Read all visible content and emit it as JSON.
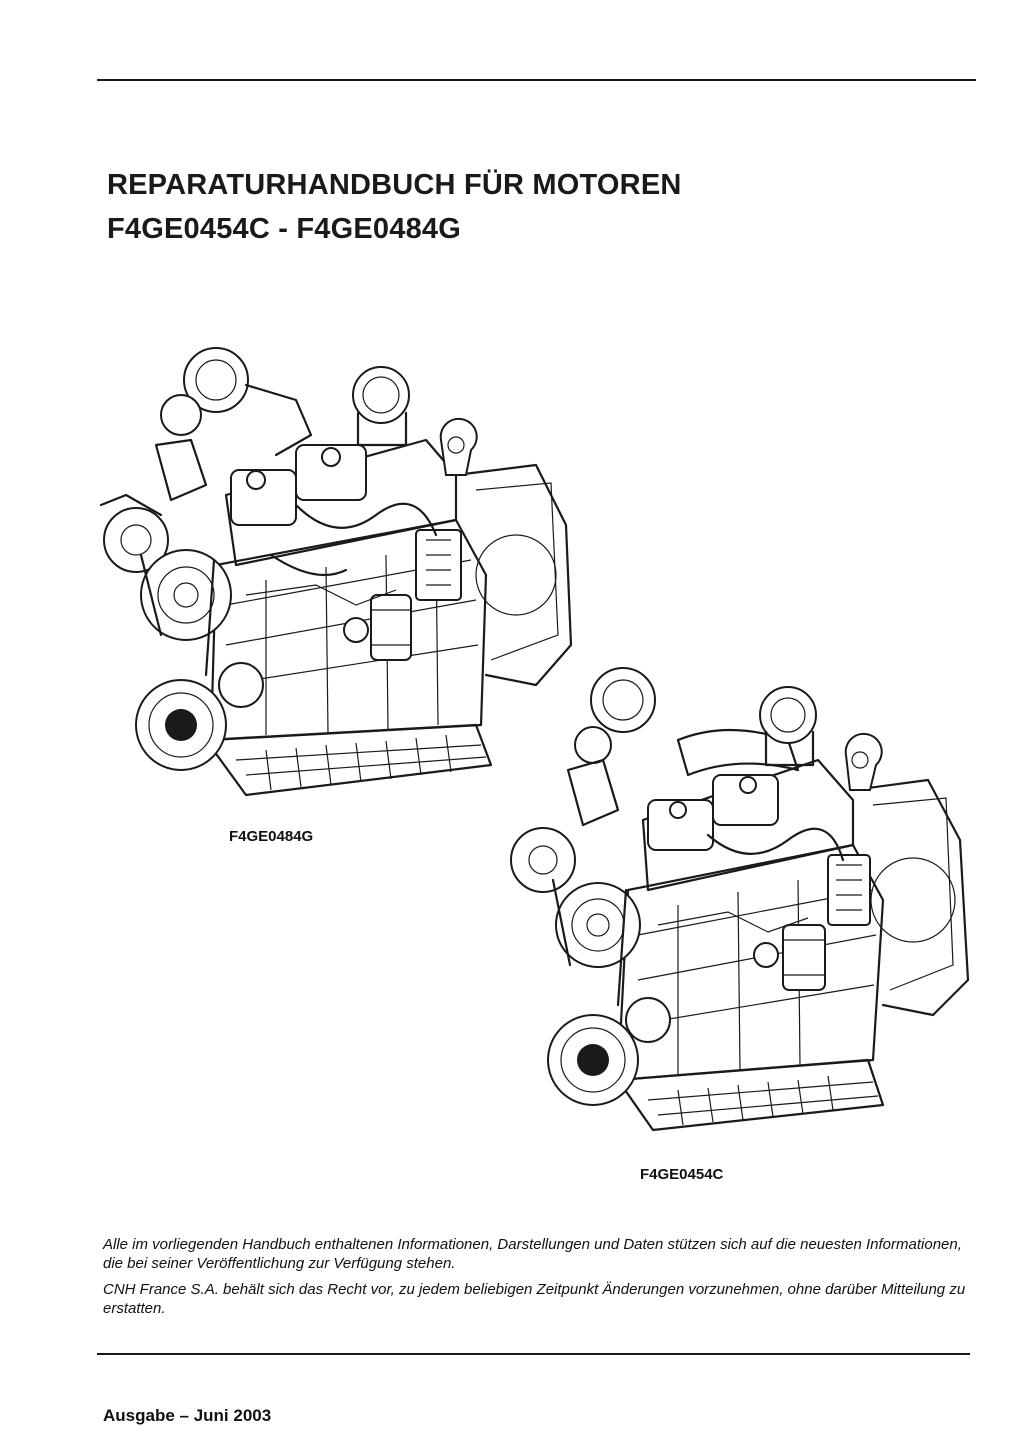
{
  "document": {
    "title_line_1": "REPARATURHANDBUCH FÜR MOTOREN",
    "title_line_2": "F4GE0454C - F4GE0484G",
    "figures": [
      {
        "caption": "F4GE0484G",
        "icon": "engine-illustration-icon"
      },
      {
        "caption": "F4GE0454C",
        "icon": "engine-illustration-icon"
      }
    ],
    "disclaimer": [
      "Alle im vorliegenden Handbuch enthaltenen Informationen, Darstellungen und Daten stützen sich auf die neuesten Informationen, die bei seiner Veröffentlichung zur Verfügung stehen.",
      "CNH France S.A. behält sich das Recht vor, zu jedem beliebigen Zeitpunkt Änderungen vorzunehmen, ohne darüber Mitteilung zu erstatten."
    ],
    "edition": "Ausgabe – Juni 2003"
  }
}
